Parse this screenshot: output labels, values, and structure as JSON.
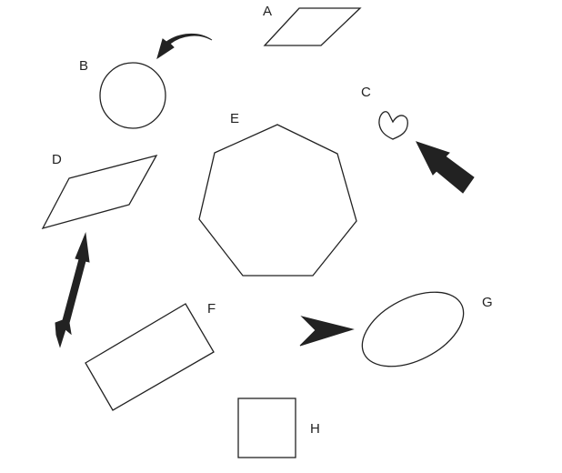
{
  "labels": {
    "a": "A",
    "b": "B",
    "c": "C",
    "d": "D",
    "e": "E",
    "f": "F",
    "g": "G",
    "h": "H"
  },
  "colors": {
    "stroke": "#222222",
    "background": "#ffffff"
  }
}
